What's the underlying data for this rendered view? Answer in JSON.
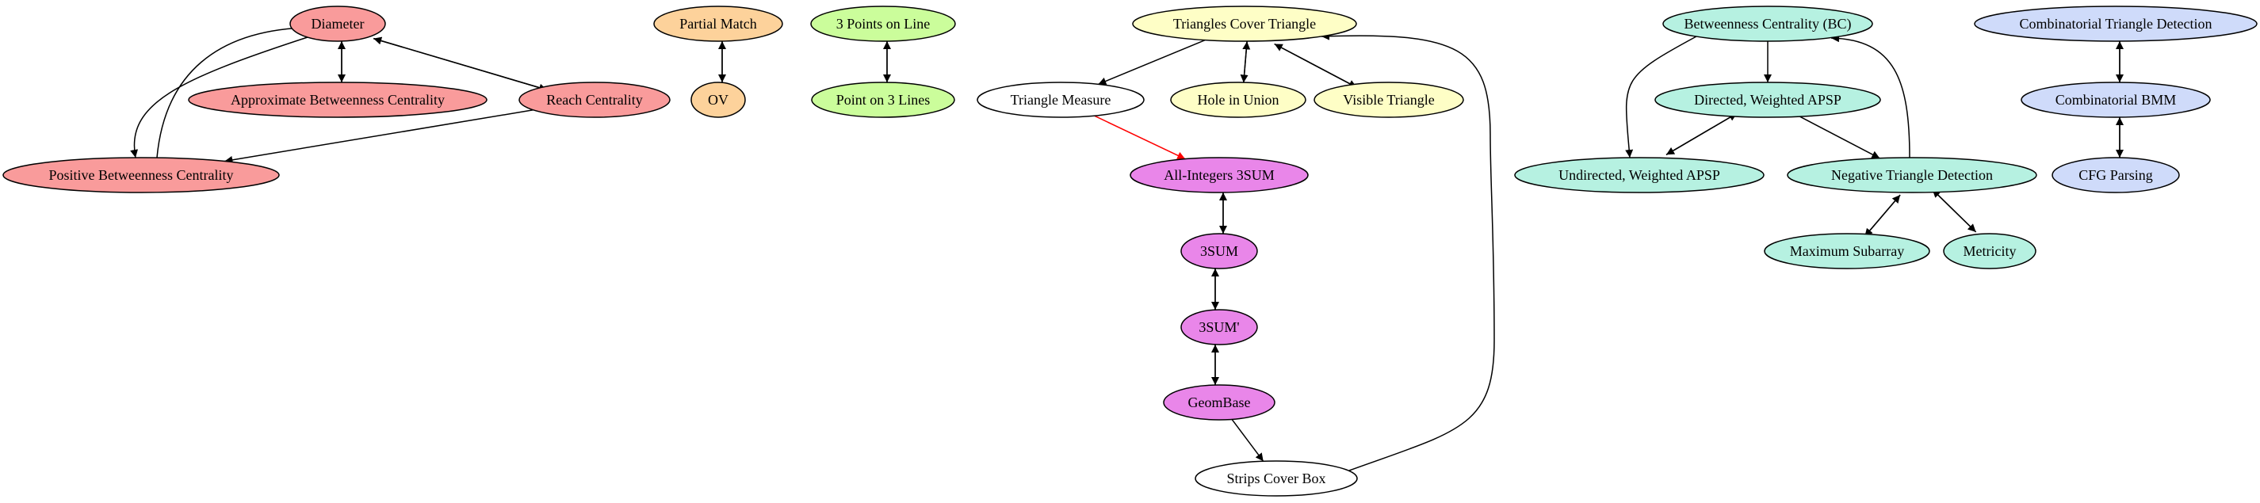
{
  "colors": {
    "red": "#f99b9b",
    "orange": "#fdd29b",
    "green": "#cbfd9b",
    "yellow": "#fefec6",
    "magenta": "#e986e9",
    "teal": "#b6f1e1",
    "blue": "#cfdbfa",
    "white": "#ffffff",
    "edge": "#000000",
    "highlight_edge": "#ff0000"
  },
  "nodes": [
    {
      "id": "diameter",
      "label": "Diameter",
      "color": "red"
    },
    {
      "id": "approx-bc",
      "label": "Approximate Betweenness Centrality",
      "color": "red"
    },
    {
      "id": "reach",
      "label": "Reach Centrality",
      "color": "red"
    },
    {
      "id": "positive-bc",
      "label": "Positive Betweenness Centrality",
      "color": "red"
    },
    {
      "id": "partial-match",
      "label": "Partial Match",
      "color": "orange"
    },
    {
      "id": "ov",
      "label": "OV",
      "color": "orange"
    },
    {
      "id": "three-points",
      "label": "3 Points on Line",
      "color": "green"
    },
    {
      "id": "point-three-lines",
      "label": "Point on 3 Lines",
      "color": "green"
    },
    {
      "id": "triangles-cover",
      "label": "Triangles Cover Triangle",
      "color": "yellow"
    },
    {
      "id": "triangle-measure",
      "label": "Triangle Measure",
      "color": "white"
    },
    {
      "id": "hole-union",
      "label": "Hole in Union",
      "color": "yellow"
    },
    {
      "id": "visible-triangle",
      "label": "Visible Triangle",
      "color": "yellow"
    },
    {
      "id": "all-int-3sum",
      "label": "All-Integers 3SUM",
      "color": "magenta"
    },
    {
      "id": "3sum",
      "label": "3SUM",
      "color": "magenta"
    },
    {
      "id": "3sum-prime",
      "label": "3SUM'",
      "color": "magenta"
    },
    {
      "id": "geombase",
      "label": "GeomBase",
      "color": "magenta"
    },
    {
      "id": "strips-cover",
      "label": "Strips Cover Box",
      "color": "white"
    },
    {
      "id": "bc",
      "label": "Betweenness Centrality (BC)",
      "color": "teal"
    },
    {
      "id": "directed-apsp",
      "label": "Directed, Weighted APSP",
      "color": "teal"
    },
    {
      "id": "undirected-apsp",
      "label": "Undirected, Weighted APSP",
      "color": "teal"
    },
    {
      "id": "neg-triangle",
      "label": "Negative Triangle Detection",
      "color": "teal"
    },
    {
      "id": "max-subarray",
      "label": "Maximum Subarray",
      "color": "teal"
    },
    {
      "id": "metricity",
      "label": "Metricity",
      "color": "teal"
    },
    {
      "id": "comb-triangle",
      "label": "Combinatorial Triangle Detection",
      "color": "blue"
    },
    {
      "id": "comb-bmm",
      "label": "Combinatorial BMM",
      "color": "blue"
    },
    {
      "id": "cfg-parsing",
      "label": "CFG Parsing",
      "color": "blue"
    }
  ],
  "edges": [
    {
      "from": "diameter",
      "to": "approx-bc"
    },
    {
      "from": "approx-bc",
      "to": "diameter"
    },
    {
      "from": "diameter",
      "to": "reach"
    },
    {
      "from": "reach",
      "to": "diameter"
    },
    {
      "from": "diameter",
      "to": "positive-bc"
    },
    {
      "from": "positive-bc",
      "to": "diameter"
    },
    {
      "from": "reach",
      "to": "positive-bc"
    },
    {
      "from": "partial-match",
      "to": "ov"
    },
    {
      "from": "ov",
      "to": "partial-match"
    },
    {
      "from": "three-points",
      "to": "point-three-lines"
    },
    {
      "from": "point-three-lines",
      "to": "three-points"
    },
    {
      "from": "triangles-cover",
      "to": "triangle-measure"
    },
    {
      "from": "triangles-cover",
      "to": "hole-union"
    },
    {
      "from": "hole-union",
      "to": "triangles-cover"
    },
    {
      "from": "triangles-cover",
      "to": "visible-triangle"
    },
    {
      "from": "visible-triangle",
      "to": "triangles-cover"
    },
    {
      "from": "triangle-measure",
      "to": "all-int-3sum",
      "color": "highlight_edge"
    },
    {
      "from": "all-int-3sum",
      "to": "3sum"
    },
    {
      "from": "3sum",
      "to": "all-int-3sum"
    },
    {
      "from": "3sum",
      "to": "3sum-prime"
    },
    {
      "from": "3sum-prime",
      "to": "3sum"
    },
    {
      "from": "3sum-prime",
      "to": "geombase"
    },
    {
      "from": "geombase",
      "to": "3sum-prime"
    },
    {
      "from": "geombase",
      "to": "strips-cover"
    },
    {
      "from": "strips-cover",
      "to": "triangles-cover"
    },
    {
      "from": "bc",
      "to": "directed-apsp"
    },
    {
      "from": "bc",
      "to": "undirected-apsp"
    },
    {
      "from": "directed-apsp",
      "to": "undirected-apsp"
    },
    {
      "from": "undirected-apsp",
      "to": "directed-apsp"
    },
    {
      "from": "directed-apsp",
      "to": "neg-triangle"
    },
    {
      "from": "neg-triangle",
      "to": "bc"
    },
    {
      "from": "neg-triangle",
      "to": "max-subarray"
    },
    {
      "from": "max-subarray",
      "to": "neg-triangle"
    },
    {
      "from": "neg-triangle",
      "to": "metricity"
    },
    {
      "from": "metricity",
      "to": "neg-triangle"
    },
    {
      "from": "comb-triangle",
      "to": "comb-bmm"
    },
    {
      "from": "comb-bmm",
      "to": "comb-triangle"
    },
    {
      "from": "comb-bmm",
      "to": "cfg-parsing"
    },
    {
      "from": "cfg-parsing",
      "to": "comb-bmm"
    }
  ]
}
